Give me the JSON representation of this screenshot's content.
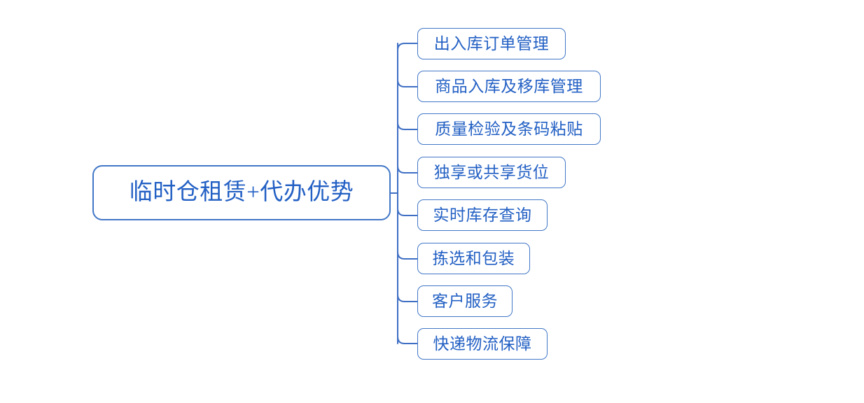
{
  "diagram": {
    "type": "mind-map",
    "orientation": "left-to-right",
    "background_color": "#ffffff",
    "node_border_color": "#4277c7",
    "node_text_color": "#2360c4",
    "connector_color": "#3f6fc4",
    "root": {
      "label": "临时仓租赁+代办优势"
    },
    "children": [
      {
        "label": "出入库订单管理"
      },
      {
        "label": "商品入库及移库管理"
      },
      {
        "label": "质量检验及条码粘贴"
      },
      {
        "label": "独享或共享货位"
      },
      {
        "label": "实时库存查询"
      },
      {
        "label": "拣选和包装"
      },
      {
        "label": "客户服务"
      },
      {
        "label": "快递物流保障"
      }
    ]
  }
}
